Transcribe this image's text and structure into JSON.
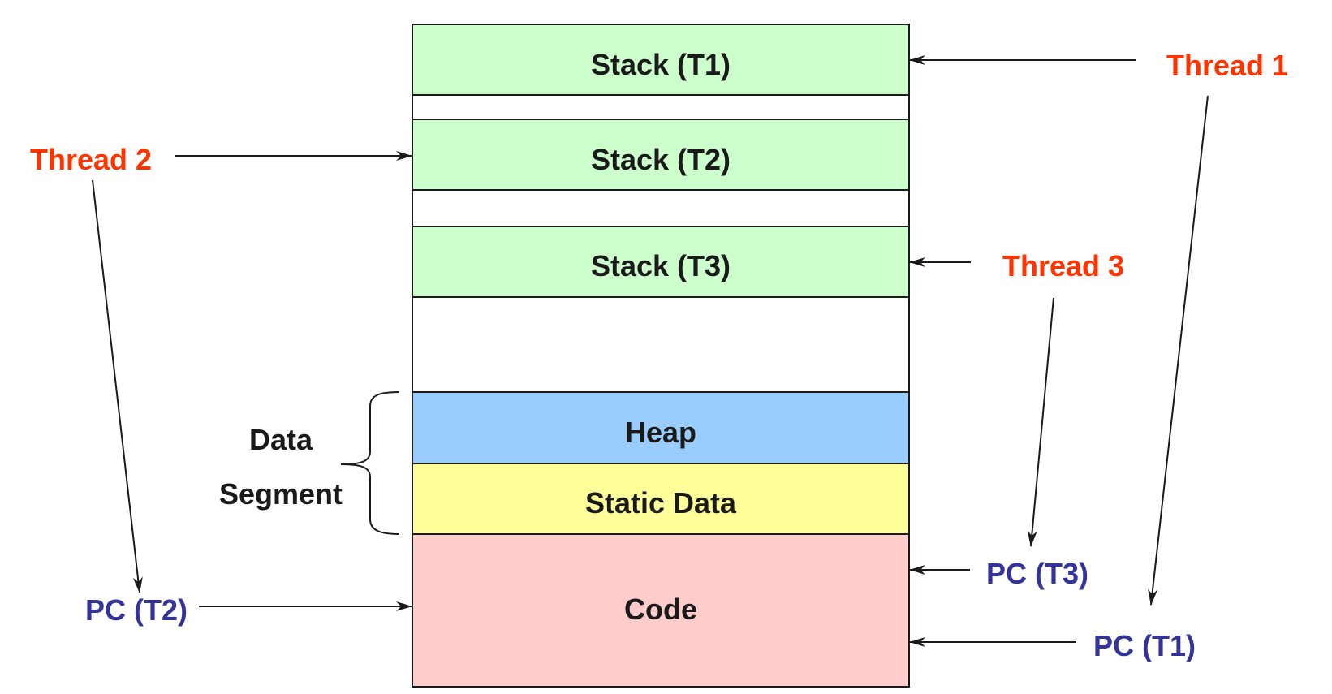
{
  "colors": {
    "stack": "#ccffcc",
    "heap": "#99ccff",
    "static": "#ffff99",
    "code": "#ffcccc",
    "empty": "#ffffff",
    "thread": "#ff3300",
    "pc": "#333399",
    "ink": "#1a1a1a"
  },
  "segments": {
    "stack_t1": "Stack (T1)",
    "stack_t2": "Stack (T2)",
    "stack_t3": "Stack (T3)",
    "heap": "Heap",
    "static_data": "Static Data",
    "code": "Code"
  },
  "data_segment": {
    "line1": "Data",
    "line2": "Segment"
  },
  "threads": {
    "t1": "Thread 1",
    "t2": "Thread 2",
    "t3": "Thread 3"
  },
  "pcs": {
    "t1": "PC (T1)",
    "t2": "PC (T2)",
    "t3": "PC (T3)"
  }
}
